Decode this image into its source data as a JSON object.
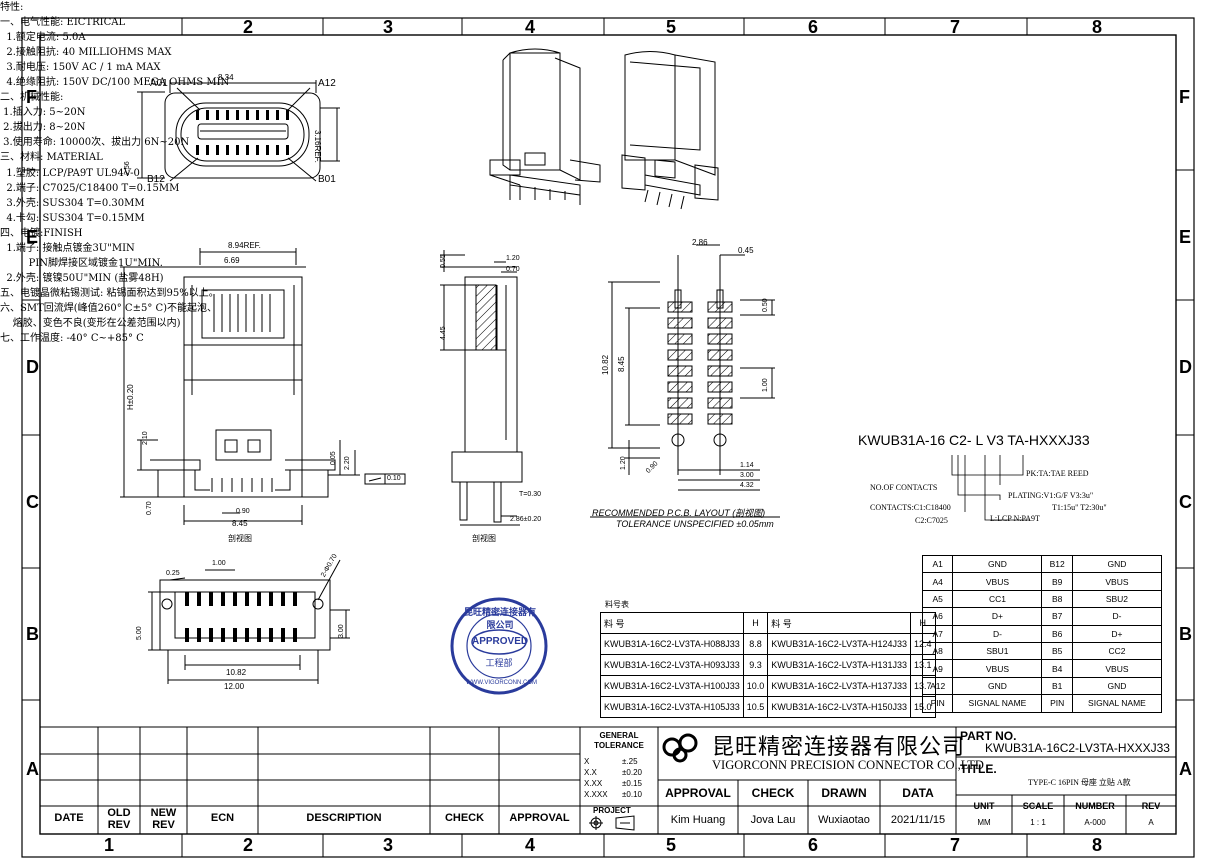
{
  "grid": {
    "top_numbers": [
      "2",
      "3",
      "4",
      "5",
      "6",
      "7",
      "8"
    ],
    "bottom_numbers": [
      "1",
      "2",
      "3",
      "4",
      "5",
      "6",
      "7",
      "8"
    ],
    "left_letters": [
      "F",
      "E",
      "D",
      "C",
      "B",
      "A"
    ],
    "right_letters": [
      "F",
      "E",
      "D",
      "C",
      "B",
      "A"
    ]
  },
  "drawing": {
    "top_view": {
      "a01": "A01",
      "a12": "A12",
      "b12": "B12",
      "b01": "B01",
      "dim_width": "8.34",
      "dim_height": "3.16REF.",
      "dim_side": "2.56"
    },
    "front_view": {
      "dim_ref": "8.94REF.",
      "dim_inner": "6.69",
      "dim_h": "H±0.20",
      "dim_210": "2.10",
      "dim_005": "0.05",
      "dim_220": "2.20",
      "flat_sym": "0.10",
      "dim_070": "0.70",
      "dim_090": "0.90",
      "dim_845": "8.45",
      "caption": "剖视图"
    },
    "side_view": {
      "dim_055": "0.55",
      "dim_445": "4.45",
      "dim_120": "1.20",
      "dim_070": "0.70",
      "dim_t": "T=0.30",
      "dim_286": "2.86±0.20",
      "caption": "剖视图"
    },
    "pcb_layout": {
      "dim_286": "2.86",
      "dim_045": "0.45",
      "dim_050": "0.50",
      "dim_1082": "10.82",
      "dim_845": "8.45",
      "dim_100": "1.00",
      "dim_120": "1.20",
      "dim_090": "0.90",
      "dim_114": "1.14",
      "dim_300": "3.00",
      "dim_432": "4.32",
      "title": "RECOMMENDED  P.C.B. LAYOUT (剖视图)",
      "tolerance": "TOLERANCE  UNSPECIFIED ±0.05mm"
    },
    "bottom_view": {
      "dim_025": "0.25",
      "dim_100": "1.00",
      "dim_diam": "2-Φ0.70",
      "dim_500": "5.00",
      "dim_300": "3.00",
      "dim_1082": "10.82",
      "dim_1200": "12.00"
    }
  },
  "stamp": {
    "arc_text": "昆旺精密连接器有限公司",
    "approved": "APPROVED",
    "dept": "工程部",
    "url": "WWW.VIGORCONN.COM"
  },
  "spec_lines": [
    "特性:",
    "一、电气性能: EICTRICAL",
    "  1.额定电流: 5.0A",
    "  2.接触阻抗: 40 MILLIOHMS MAX",
    "  3.耐电压: 150V AC / 1 mA MAX",
    "  4.绝缘阻抗: 150V DC/100 MEGA OHMS MIN",
    "二、机械性能:",
    " 1.插入力: 5~20N",
    " 2.拔出力: 8~20N",
    " 3.使用寿命: 10000次、拔出力 6N~20N",
    "三、材料: MATERIAL",
    "  1.塑胶: LCP/PA9T UL94V-0",
    "  2.端子: C7025/C18400 T=0.15MM",
    "  3.外壳: SUS304 T=0.30MM",
    "  4.卡勾: SUS304 T=0.15MM",
    "四、电镀:FINISH",
    "  1.端子: 接触点镀金3U\"MIN",
    "         PIN脚焊接区域镀金1U\"MIN.",
    "  2.外壳: 镀镍50U\"MIN (盐雾48H)",
    "五、电镀晶微粘锡测试: 粘锡面积达到95%以上。",
    "六、SMT回流焊(峰值260° C±5° C)不能起泡、",
    "    熔胶、变色不良(变形在公差范围以内)",
    "七、工作温度: -40° C~+85° C"
  ],
  "part_code": {
    "code": "KWUB31A-16 C2- L V3 TA-HXXXJ33",
    "pk": "PK:TA:TAE REED",
    "no_contacts": "NO.OF CONTACTS",
    "plating": "PLATING:V1:G/F  V3:3u\"",
    "plating2": "T1:15u\" T2:30u\"",
    "contacts1": "CONTACTS:C1:C18400",
    "contacts2": "C2:C7025",
    "lcp": "L:LCP  N:PA9T"
  },
  "pin_table": {
    "rows": [
      [
        "A1",
        "GND",
        "B12",
        "GND"
      ],
      [
        "A4",
        "VBUS",
        "B9",
        "VBUS"
      ],
      [
        "A5",
        "CC1",
        "B8",
        "SBU2"
      ],
      [
        "A6",
        "D+",
        "B7",
        "D-"
      ],
      [
        "A7",
        "D-",
        "B6",
        "D+"
      ],
      [
        "A8",
        "SBU1",
        "B5",
        "CC2"
      ],
      [
        "A9",
        "VBUS",
        "B4",
        "VBUS"
      ],
      [
        "A12",
        "GND",
        "B1",
        "GND"
      ]
    ],
    "header": [
      "PIN",
      "SIGNAL NAME",
      "PIN",
      "SIGNAL NAME"
    ]
  },
  "material_table": {
    "caption": "料号表",
    "header": [
      "料    号",
      "H",
      "料    号",
      "H"
    ],
    "rows": [
      [
        "KWUB31A-16C2-LV3TA-H088J33",
        "8.8",
        "KWUB31A-16C2-LV3TA-H124J33",
        "12.4"
      ],
      [
        "KWUB31A-16C2-LV3TA-H093J33",
        "9.3",
        "KWUB31A-16C2-LV3TA-H131J33",
        "13.1"
      ],
      [
        "KWUB31A-16C2-LV3TA-H100J33",
        "10.0",
        "KWUB31A-16C2-LV3TA-H137J33",
        "13.7"
      ],
      [
        "KWUB31A-16C2-LV3TA-H105J33",
        "10.5",
        "KWUB31A-16C2-LV3TA-H150J33",
        "15.0"
      ]
    ]
  },
  "title_block": {
    "rev_headers": [
      "DATE",
      "OLD REV",
      "NEW REV",
      "ECN",
      "DESCRIPTION",
      "CHECK",
      "APPROVAL"
    ],
    "tolerance_title": "GENERAL TOLERANCE",
    "tolerances": [
      [
        "X",
        "±.25"
      ],
      [
        "X.X",
        "±0.20"
      ],
      [
        "X.XX",
        "±0.15"
      ],
      [
        "X.XXX",
        "±0.10"
      ]
    ],
    "projection": "PROJECT",
    "company_cn": "昆旺精密连接器有限公司",
    "company_en": "VIGORCONN PRECISION CONNECTOR CO.,LTD",
    "sign_headers": [
      "APPROVAL",
      "CHECK",
      "DRAWN",
      "DATA"
    ],
    "sign_values": [
      "Kim Huang",
      "Jova Lau",
      "Wuxiaotao",
      "2021/11/15"
    ],
    "part_no_label": "PART NO.",
    "part_no": "KWUB31A-16C2-LV3TA-HXXXJ33",
    "title_label": "TITLE.",
    "title": "TYPE-C 16PIN 母座 立贴 A款",
    "unit_label": "UNIT",
    "unit": "MM",
    "scale_label": "SCALE",
    "scale": "1 : 1",
    "number_label": "NUMBER",
    "number": "A-000",
    "rev_label": "REV",
    "rev": "A"
  }
}
